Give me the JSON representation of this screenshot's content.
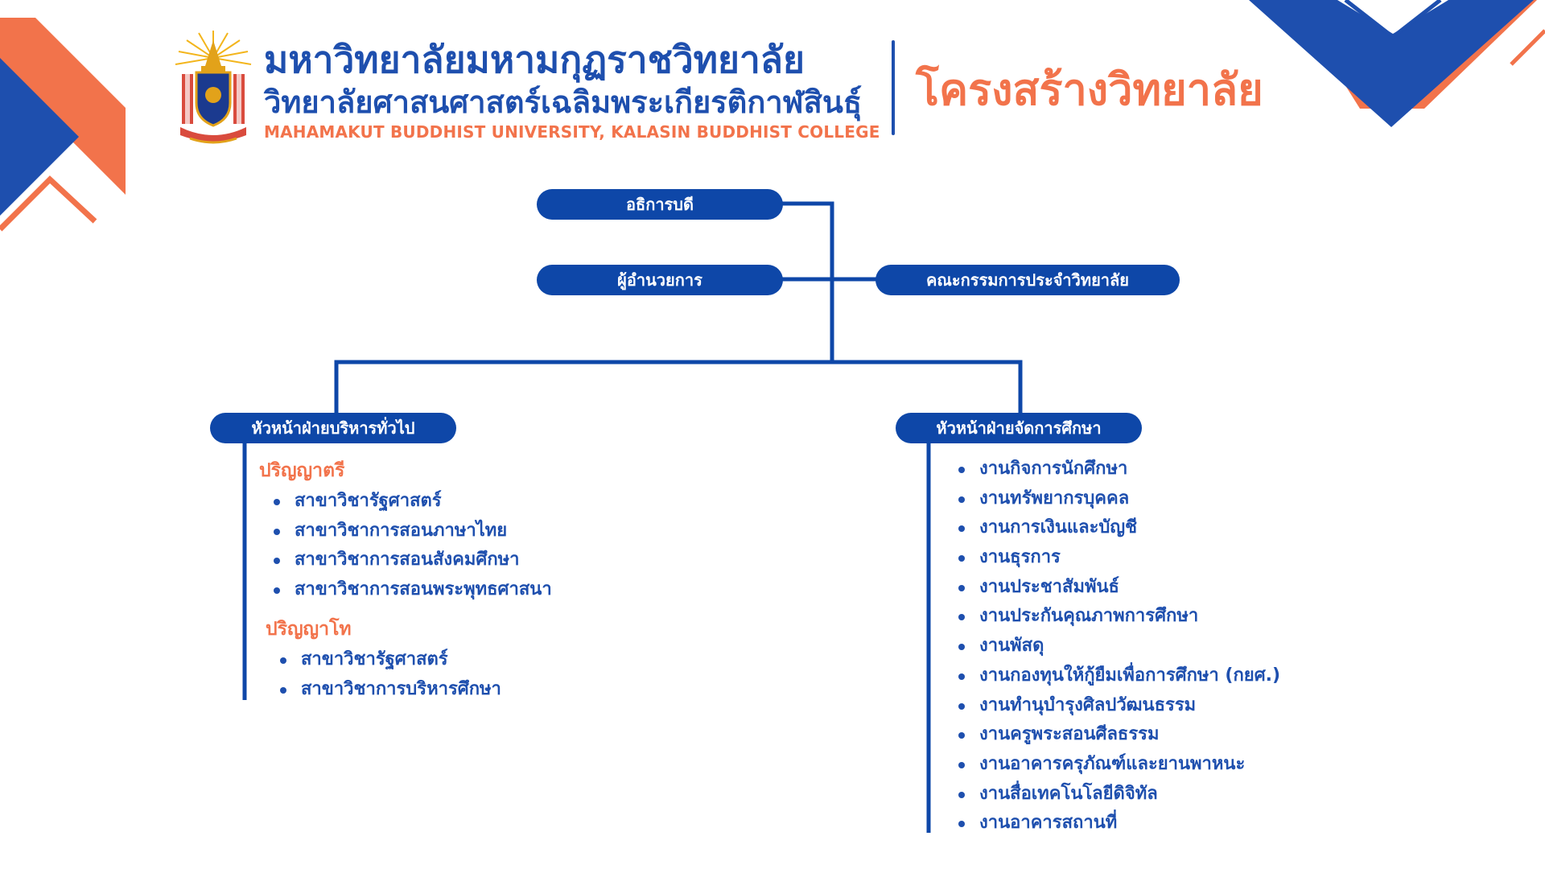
{
  "header": {
    "university_th": "มหาวิทยาลัยมหามกุฏราชวิทยาลัย",
    "college_th": "วิทยาลัยศาสนศาสตร์เฉลิมพระเกียรติกาฬสินธุ์",
    "english_name": "MAHAMAKUT BUDDHIST UNIVERSITY, KALASIN BUDDHIST COLLEGE",
    "page_title": "โครงสร้างวิทยาลัย",
    "logo_icon": "university-emblem"
  },
  "colors": {
    "primary_blue": "#0e47a8",
    "text_blue": "#1e4fae",
    "accent_orange": "#f2734b"
  },
  "org": {
    "rector": "อธิการบดี",
    "director": "ผู้อำนวยการ",
    "committee": "คณะกรรมการประจำวิทยาลัย",
    "admin_head": "หัวหน้าฝ่ายบริหารทั่วไป",
    "academic_head": "หัวหน้าฝ่ายจัดการศึกษา"
  },
  "admin_section": {
    "bachelor_heading": "ปริญญาตรี",
    "bachelor_items": [
      "สาขาวิชารัฐศาสตร์",
      "สาขาวิชาการสอนภาษาไทย",
      "สาขาวิชาการสอนสังคมศึกษา",
      "สาขาวิชาการสอนพระพุทธศาสนา"
    ],
    "master_heading": "ปริญญาโท",
    "master_items": [
      "สาขาวิชารัฐศาสตร์",
      "สาขาวิชาการบริหารศึกษา"
    ]
  },
  "academic_section": {
    "items": [
      "งานกิจการนักศึกษา",
      "งานทรัพยากรบุคคล",
      "งานการเงินและบัญชี",
      "งานธุรการ",
      "งานประชาสัมพันธ์",
      "งานประกันคุณภาพการศึกษา",
      "งานพัสดุ",
      "งานกองทุนให้กู้ยืมเพื่อการศึกษา (กยศ.)",
      "งานทำนุบำรุงศิลปวัฒนธรรม",
      "งานครูพระสอนศีลธรรม",
      "งานอาคารครุภัณฑ์และยานพาหนะ",
      "งานสื่อเทคโนโลยีดิจิทัล",
      "งานอาคารสถานที่"
    ]
  }
}
